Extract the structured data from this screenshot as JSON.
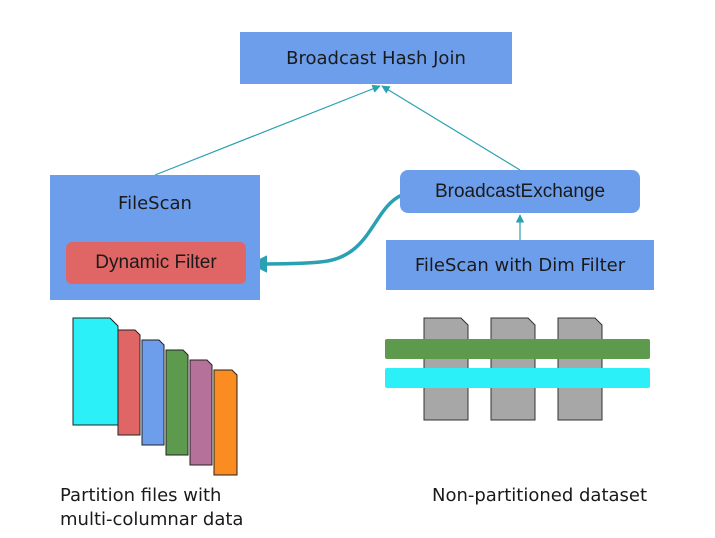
{
  "nodes": {
    "broadcast_hash_join": "Broadcast Hash Join",
    "filescan": "FileScan",
    "dynamic_filter": "Dynamic Filter",
    "broadcast_exchange": "BroadcastExchange",
    "filescan_dim_filter": "FileScan with Dim Filter"
  },
  "captions": {
    "partition_line1": "Partition files with",
    "partition_line2": "multi-columnar data",
    "non_partitioned": "Non-partitioned dataset"
  },
  "colors": {
    "node_fill": "#6d9eeb",
    "dynamic_filter_fill": "#e06666",
    "edge": "#2aa0b3",
    "stripe_green": "#5e9a4d",
    "stripe_cyan": "#2cf0f7",
    "page_gray": "#a7a7a7",
    "file_colors": [
      "#2cf0f7",
      "#e06666",
      "#6d9eeb",
      "#5e9a4d",
      "#b6719a",
      "#fb8c22"
    ]
  }
}
